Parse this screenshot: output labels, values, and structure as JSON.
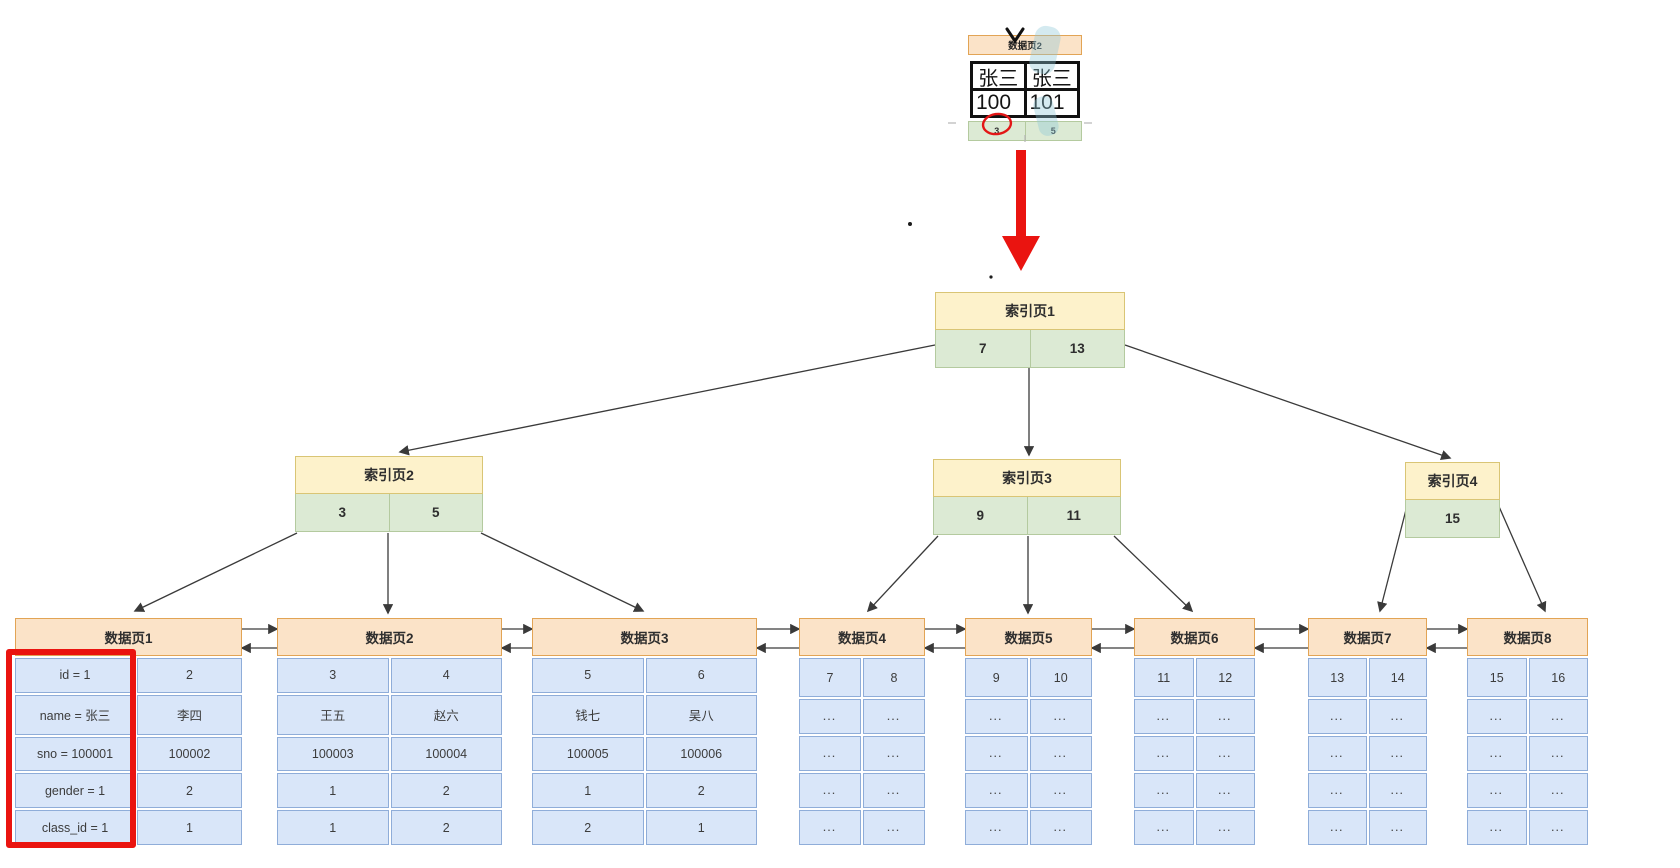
{
  "mini_page": {
    "label": "数据页2",
    "name_row": [
      "张三",
      "张三"
    ],
    "value_row": [
      "100",
      "101"
    ],
    "key_row": [
      "3",
      "5"
    ],
    "circled_key": "3"
  },
  "index_pages": [
    {
      "label": "索引页1",
      "keys": [
        "7",
        "13"
      ]
    },
    {
      "label": "索引页2",
      "keys": [
        "3",
        "5"
      ]
    },
    {
      "label": "索引页3",
      "keys": [
        "9",
        "11"
      ]
    },
    {
      "label": "索引页4",
      "keys": [
        "15"
      ]
    }
  ],
  "data_pages": [
    {
      "label": "数据页1",
      "rows": [
        [
          "id = 1",
          "2"
        ],
        [
          "name = 张三",
          "李四"
        ],
        [
          "sno = 100001",
          "100002"
        ],
        [
          "gender = 1",
          "2"
        ],
        [
          "class_id = 1",
          "1"
        ]
      ]
    },
    {
      "label": "数据页2",
      "rows": [
        [
          "3",
          "4"
        ],
        [
          "王五",
          "赵六"
        ],
        [
          "100003",
          "100004"
        ],
        [
          "1",
          "2"
        ],
        [
          "1",
          "2"
        ]
      ]
    },
    {
      "label": "数据页3",
      "rows": [
        [
          "5",
          "6"
        ],
        [
          "钱七",
          "吴八"
        ],
        [
          "100005",
          "100006"
        ],
        [
          "1",
          "2"
        ],
        [
          "2",
          "1"
        ]
      ]
    },
    {
      "label": "数据页4",
      "rows": [
        [
          "7",
          "8"
        ],
        [
          "...",
          "..."
        ],
        [
          "...",
          "..."
        ],
        [
          "...",
          "..."
        ],
        [
          "...",
          "..."
        ]
      ]
    },
    {
      "label": "数据页5",
      "rows": [
        [
          "9",
          "10"
        ],
        [
          "...",
          "..."
        ],
        [
          "...",
          "..."
        ],
        [
          "...",
          "..."
        ],
        [
          "...",
          "..."
        ]
      ]
    },
    {
      "label": "数据页6",
      "rows": [
        [
          "11",
          "12"
        ],
        [
          "...",
          "..."
        ],
        [
          "...",
          "..."
        ],
        [
          "...",
          "..."
        ],
        [
          "...",
          "..."
        ]
      ]
    },
    {
      "label": "数据页7",
      "rows": [
        [
          "13",
          "14"
        ],
        [
          "...",
          "..."
        ],
        [
          "...",
          "..."
        ],
        [
          "...",
          "..."
        ],
        [
          "...",
          "..."
        ]
      ]
    },
    {
      "label": "数据页8",
      "rows": [
        [
          "15",
          "16"
        ],
        [
          "...",
          "..."
        ],
        [
          "...",
          "..."
        ],
        [
          "...",
          "..."
        ],
        [
          "...",
          "..."
        ]
      ]
    }
  ],
  "colors": {
    "data_header_fill": "#fbe3c8",
    "data_header_border": "#e2a455",
    "index_header_fill": "#fdf2cb",
    "index_header_border": "#d9c575",
    "key_fill": "#dcead4",
    "key_border": "#b4ca9f",
    "cell_fill": "#d9e6f9",
    "cell_border": "#8fadd9",
    "annotation_red": "#ea1410",
    "arrow_color": "#3a3a3a",
    "highlighter_teal": "rgba(141,201,216,0.38)"
  }
}
